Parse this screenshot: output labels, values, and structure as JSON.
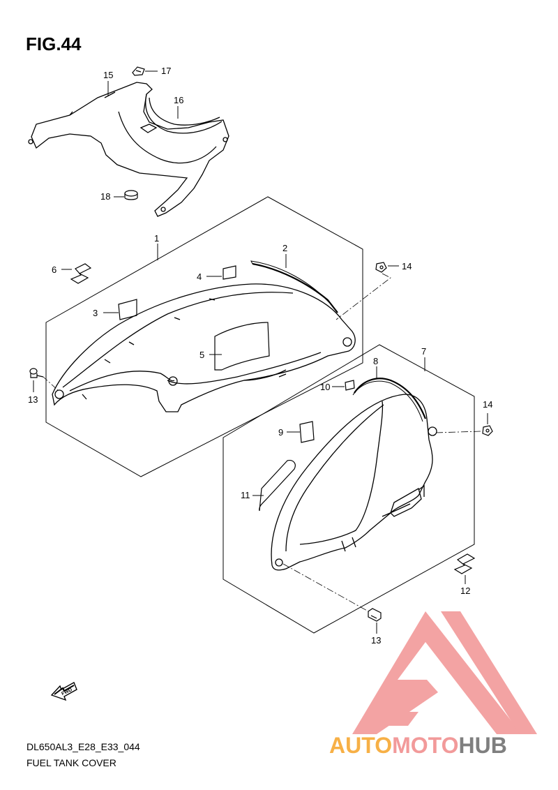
{
  "figure": {
    "title": "FIG.44",
    "model_code": "DL650AL3_E28_E33_044",
    "caption": "FUEL TANK COVER"
  },
  "callouts": {
    "c1": "1",
    "c2": "2",
    "c3": "3",
    "c4": "4",
    "c5": "5",
    "c6": "6",
    "c7": "7",
    "c8": "8",
    "c9": "9",
    "c10": "10",
    "c11": "11",
    "c12": "12",
    "c13a": "13",
    "c13b": "13",
    "c14a": "14",
    "c14b": "14",
    "c15": "15",
    "c16": "16",
    "c17": "17",
    "c18": "18"
  },
  "fwd_arrow": {
    "label": "FWD"
  },
  "watermark": {
    "brand_part1": "AUTO",
    "brand_part2": "MOTO",
    "brand_part3": "HUB",
    "colors": {
      "part1": "#f7b046",
      "part2": "#f29a9a",
      "part3": "#7f7f7f",
      "logo": "#f29a9a"
    }
  }
}
